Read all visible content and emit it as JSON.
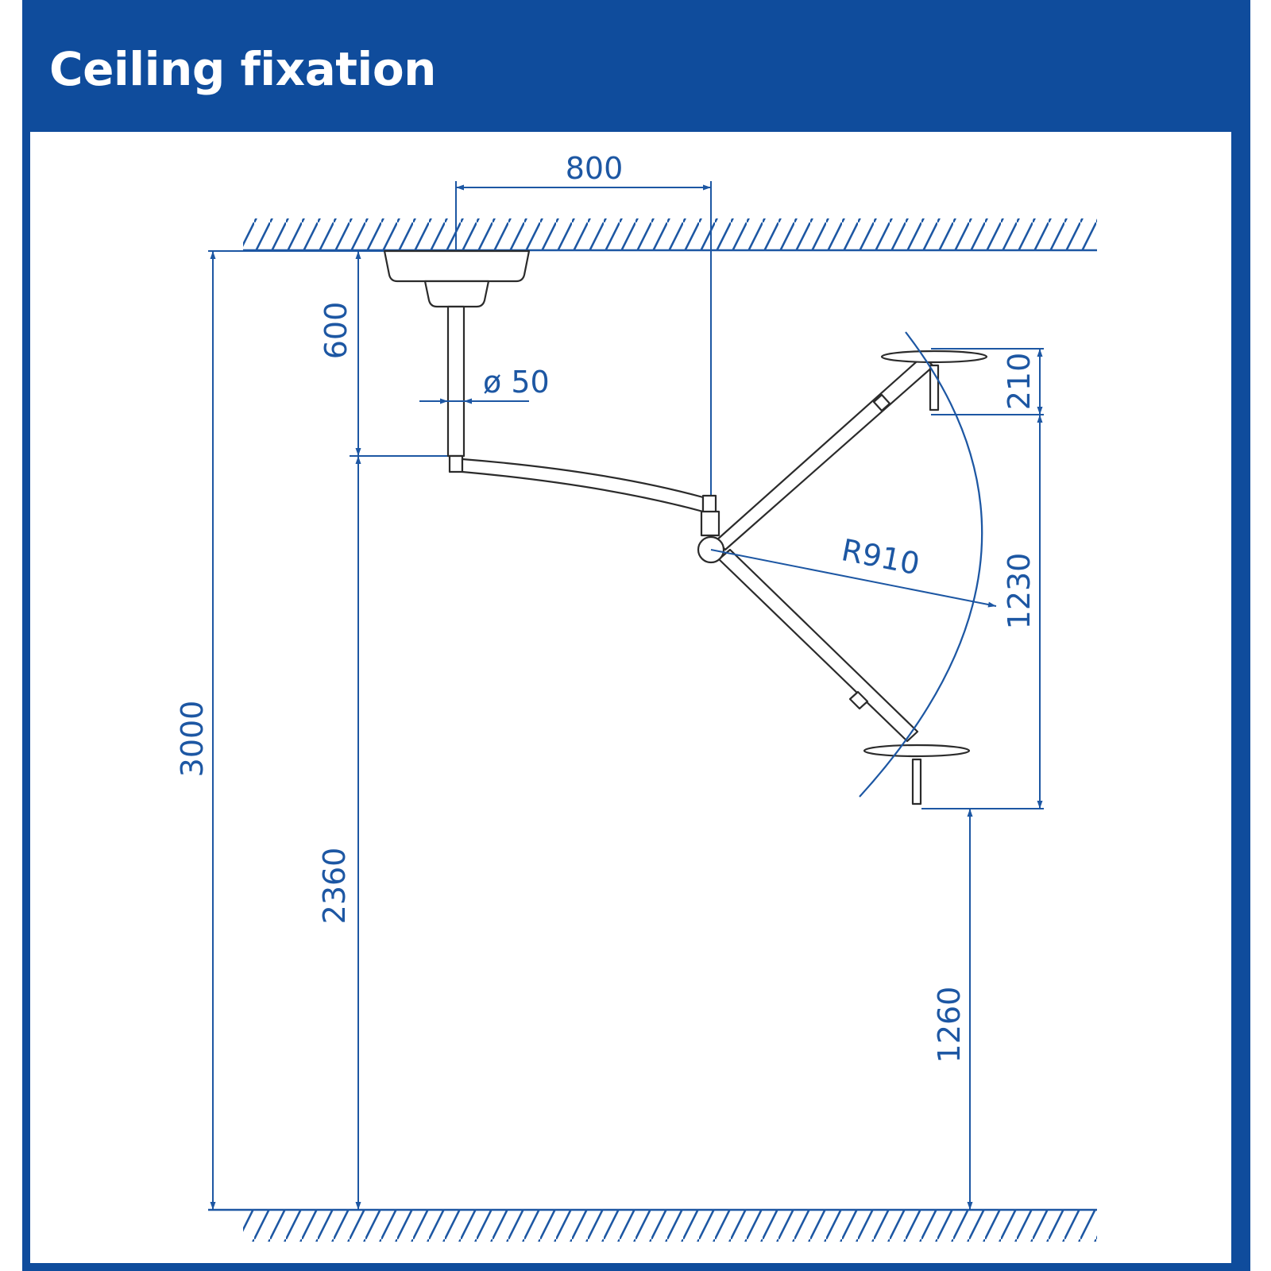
{
  "header": {
    "title": "Ceiling fixation"
  },
  "colors": {
    "brand": "#0f4c9c",
    "dimension": "#1d57a3",
    "linework": "#2b2b2b",
    "background": "#ffffff"
  },
  "dimensions": {
    "arm_reach": "800",
    "tube_length": "600",
    "tube_diameter": "ø 50",
    "head_height": "210",
    "radius": "R910",
    "vertical_travel": "1230",
    "room_height": "3000",
    "pivot_height": "2360",
    "min_head_height": "1260"
  }
}
